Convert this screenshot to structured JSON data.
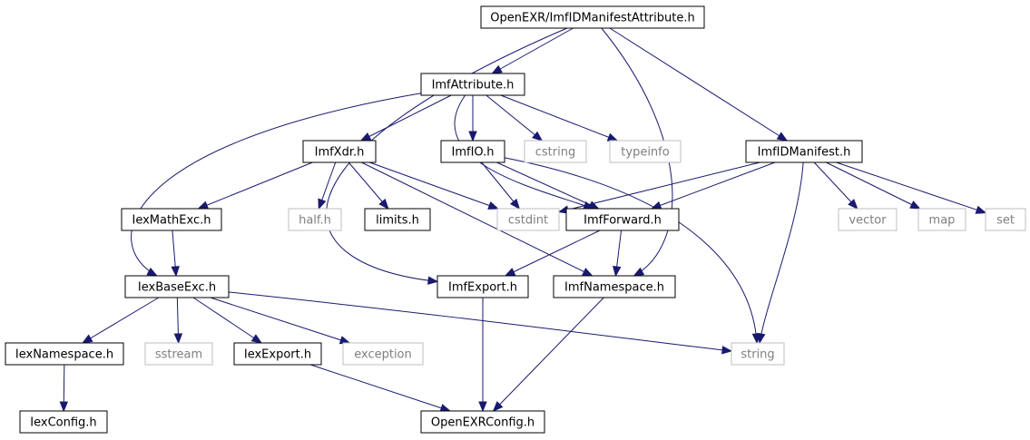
{
  "colors": {
    "edge": "#191970",
    "root_fill": "#bfbfbf",
    "node_border": "#000000",
    "node_text": "#000000",
    "system_border": "#bfbfbf",
    "system_text": "#7f7f7f"
  },
  "nodes": [
    {
      "id": "root",
      "label": "OpenEXR/ImfIDManifestAttribute.h",
      "kind": "root"
    },
    {
      "id": "imfattr",
      "label": "ImfAttribute.h",
      "kind": "local"
    },
    {
      "id": "imfidman",
      "label": "ImfIDManifest.h",
      "kind": "local"
    },
    {
      "id": "imfxdr",
      "label": "ImfXdr.h",
      "kind": "local"
    },
    {
      "id": "imfio",
      "label": "ImfIO.h",
      "kind": "local"
    },
    {
      "id": "cstring",
      "label": "cstring",
      "kind": "system"
    },
    {
      "id": "typeinfo",
      "label": "typeinfo",
      "kind": "system"
    },
    {
      "id": "iexmath",
      "label": "IexMathExc.h",
      "kind": "local"
    },
    {
      "id": "half",
      "label": "half.h",
      "kind": "system"
    },
    {
      "id": "limits",
      "label": "limits.h",
      "kind": "local"
    },
    {
      "id": "cstdint",
      "label": "cstdint",
      "kind": "system"
    },
    {
      "id": "imffwd",
      "label": "ImfForward.h",
      "kind": "local"
    },
    {
      "id": "vector",
      "label": "vector",
      "kind": "system"
    },
    {
      "id": "map",
      "label": "map",
      "kind": "system"
    },
    {
      "id": "set",
      "label": "set",
      "kind": "system"
    },
    {
      "id": "iexbase",
      "label": "IexBaseExc.h",
      "kind": "local"
    },
    {
      "id": "imfexport",
      "label": "ImfExport.h",
      "kind": "local"
    },
    {
      "id": "imfns",
      "label": "ImfNamespace.h",
      "kind": "local"
    },
    {
      "id": "iexns",
      "label": "IexNamespace.h",
      "kind": "local"
    },
    {
      "id": "sstream",
      "label": "sstream",
      "kind": "system"
    },
    {
      "id": "iexexport",
      "label": "IexExport.h",
      "kind": "local"
    },
    {
      "id": "exception",
      "label": "exception",
      "kind": "system"
    },
    {
      "id": "string",
      "label": "string",
      "kind": "system"
    },
    {
      "id": "iexconfig",
      "label": "IexConfig.h",
      "kind": "local"
    },
    {
      "id": "openexrconfig",
      "label": "OpenEXRConfig.h",
      "kind": "local"
    }
  ],
  "edges": [
    [
      "root",
      "imfattr"
    ],
    [
      "root",
      "imfidman"
    ],
    [
      "root",
      "imfexport"
    ],
    [
      "root",
      "imfns"
    ],
    [
      "imfattr",
      "imfxdr"
    ],
    [
      "imfattr",
      "imfio"
    ],
    [
      "imfattr",
      "cstring"
    ],
    [
      "imfattr",
      "typeinfo"
    ],
    [
      "imfattr",
      "iexbase"
    ],
    [
      "imfattr",
      "imffwd"
    ],
    [
      "imfxdr",
      "iexmath"
    ],
    [
      "imfxdr",
      "half"
    ],
    [
      "imfxdr",
      "limits"
    ],
    [
      "imfxdr",
      "cstdint"
    ],
    [
      "imfxdr",
      "imfns"
    ],
    [
      "imfio",
      "cstdint"
    ],
    [
      "imfio",
      "imffwd"
    ],
    [
      "imfio",
      "string"
    ],
    [
      "imfidman",
      "cstdint"
    ],
    [
      "imfidman",
      "imffwd"
    ],
    [
      "imfidman",
      "vector"
    ],
    [
      "imfidman",
      "map"
    ],
    [
      "imfidman",
      "set"
    ],
    [
      "imfidman",
      "string"
    ],
    [
      "iexmath",
      "iexbase"
    ],
    [
      "imffwd",
      "imfexport"
    ],
    [
      "imffwd",
      "imfns"
    ],
    [
      "iexbase",
      "iexns"
    ],
    [
      "iexbase",
      "sstream"
    ],
    [
      "iexbase",
      "iexexport"
    ],
    [
      "iexbase",
      "exception"
    ],
    [
      "iexbase",
      "string"
    ],
    [
      "imfexport",
      "openexrconfig"
    ],
    [
      "imfns",
      "openexrconfig"
    ],
    [
      "iexns",
      "iexconfig"
    ],
    [
      "iexexport",
      "openexrconfig"
    ]
  ]
}
